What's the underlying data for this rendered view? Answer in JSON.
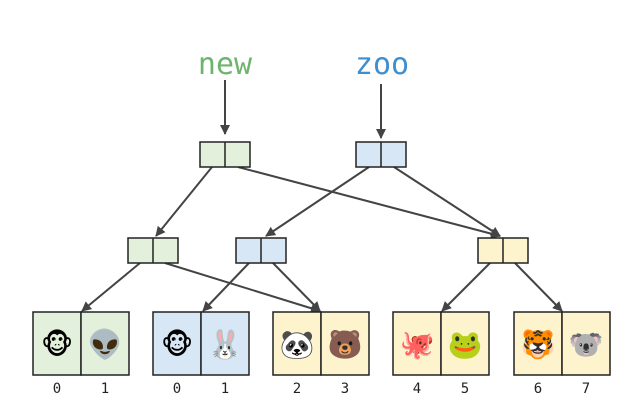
{
  "roots": [
    {
      "label": "new",
      "color": "#6db56d"
    },
    {
      "label": "zoo",
      "color": "#3f8fcf"
    }
  ],
  "palette": {
    "green": "#e2f0dc",
    "blue": "#d8e7f5",
    "yellow": "#fdf3cd",
    "stroke": "#222222",
    "arrow": "#444444"
  },
  "leaves": [
    {
      "color": "green",
      "slots": [
        {
          "emoji": "🐵",
          "index": "0"
        },
        {
          "emoji": "👽",
          "index": "1"
        }
      ]
    },
    {
      "color": "blue",
      "slots": [
        {
          "emoji": "🐵",
          "index": "0"
        },
        {
          "emoji": "🐰",
          "index": "1"
        }
      ]
    },
    {
      "color": "yellow",
      "slots": [
        {
          "emoji": "🐼",
          "index": "2"
        },
        {
          "emoji": "🐻",
          "index": "3"
        }
      ]
    },
    {
      "color": "yellow",
      "slots": [
        {
          "emoji": "🐙",
          "index": "4"
        },
        {
          "emoji": "🐸",
          "index": "5"
        }
      ]
    },
    {
      "color": "yellow",
      "slots": [
        {
          "emoji": "🐯",
          "index": "6"
        },
        {
          "emoji": "🐨",
          "index": "7"
        }
      ]
    }
  ]
}
